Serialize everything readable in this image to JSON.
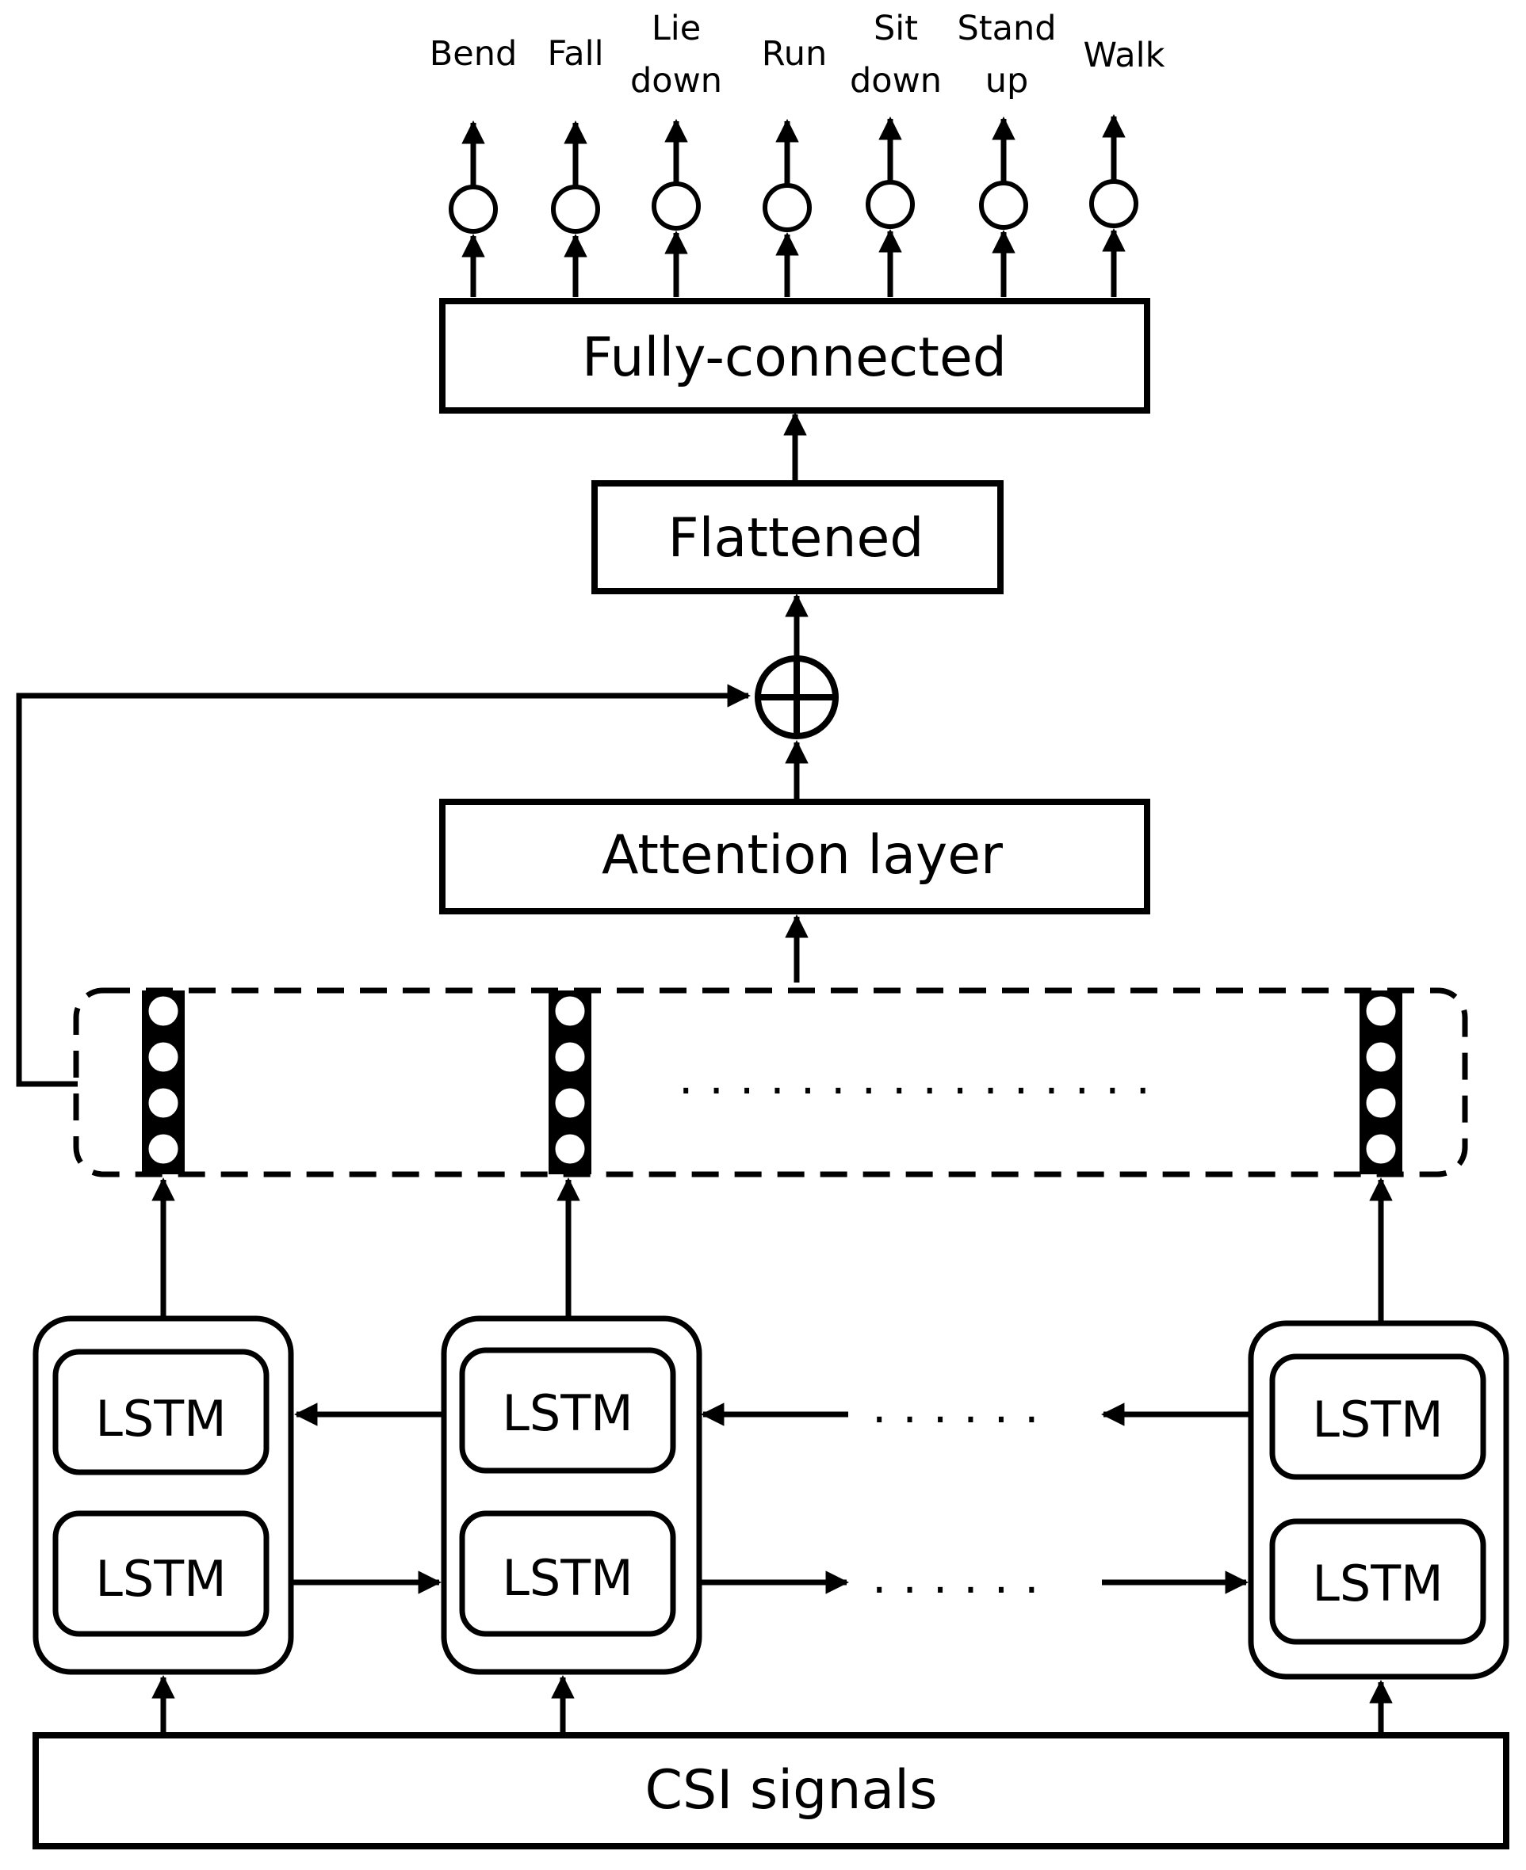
{
  "classes": [
    "Bend",
    "Fall",
    "Lie",
    "down",
    "Run",
    "Sit",
    "down",
    "Stand",
    "up",
    "Walk"
  ],
  "layers": {
    "fully_connected": "Fully-connected",
    "flattened": "Flattened",
    "attention": "Attention layer",
    "input": "CSI signals"
  },
  "lstm": {
    "label": "LSTM"
  },
  "ellipsis": {
    "hidden": "................",
    "backward": "......",
    "forward": "......"
  }
}
